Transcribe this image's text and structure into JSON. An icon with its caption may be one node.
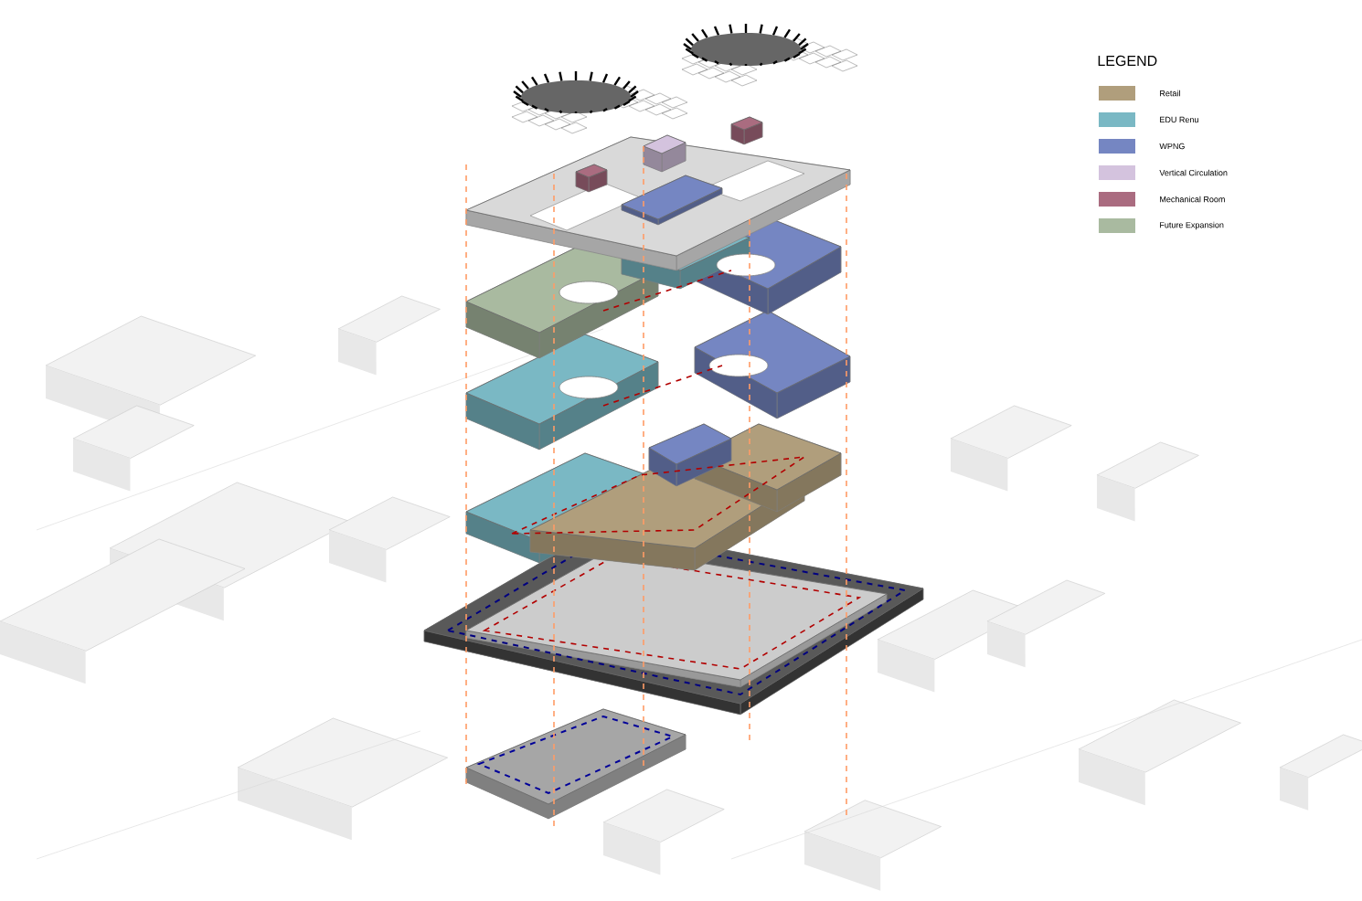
{
  "diagram": {
    "labels": [
      "LEGEND"
    ],
    "legend": [
      {
        "text": "Retail",
        "color": "#b09e7c"
      },
      {
        "text": "EDU Renu",
        "color": "#7ab8c4"
      },
      {
        "text": "WPNG",
        "color": "#7586c2"
      },
      {
        "text": "Vertical Circulation",
        "color": "#d4c3de"
      },
      {
        "text": "Mechanical Room",
        "color": "#aa6c80"
      },
      {
        "text": "Future Expansion",
        "color": "#a9baa0"
      }
    ]
  }
}
